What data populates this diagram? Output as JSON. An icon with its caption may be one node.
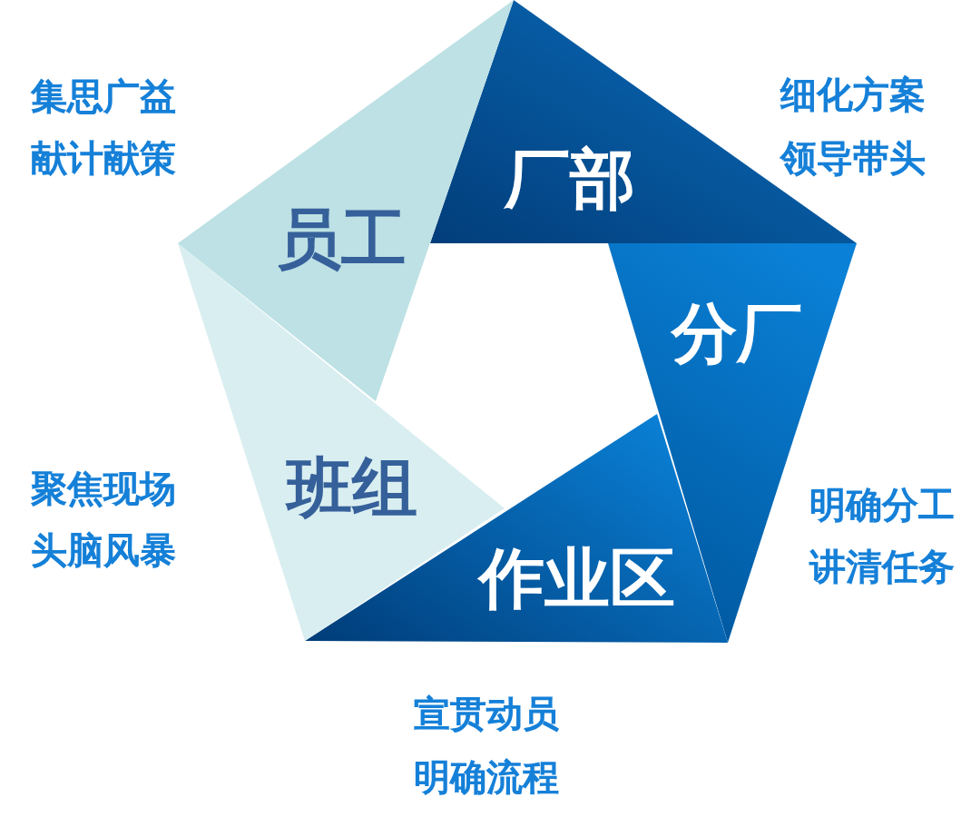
{
  "diagram": {
    "nodes": [
      {
        "text": [
          "厂部"
        ],
        "beside": [
          "细化方案",
          "领导带头"
        ]
      },
      {
        "text": [
          "分厂"
        ],
        "beside": [
          "明确分工",
          "讲清任务"
        ]
      },
      {
        "text": [
          "作业区"
        ],
        "beside": [
          "宣贯动员",
          "明确流程"
        ]
      },
      {
        "text": [
          "班组"
        ],
        "beside": [
          "聚焦现场",
          "头脑风暴"
        ]
      },
      {
        "text": [
          "员工"
        ],
        "beside": [
          "集思广益",
          "献计献策"
        ]
      }
    ]
  }
}
